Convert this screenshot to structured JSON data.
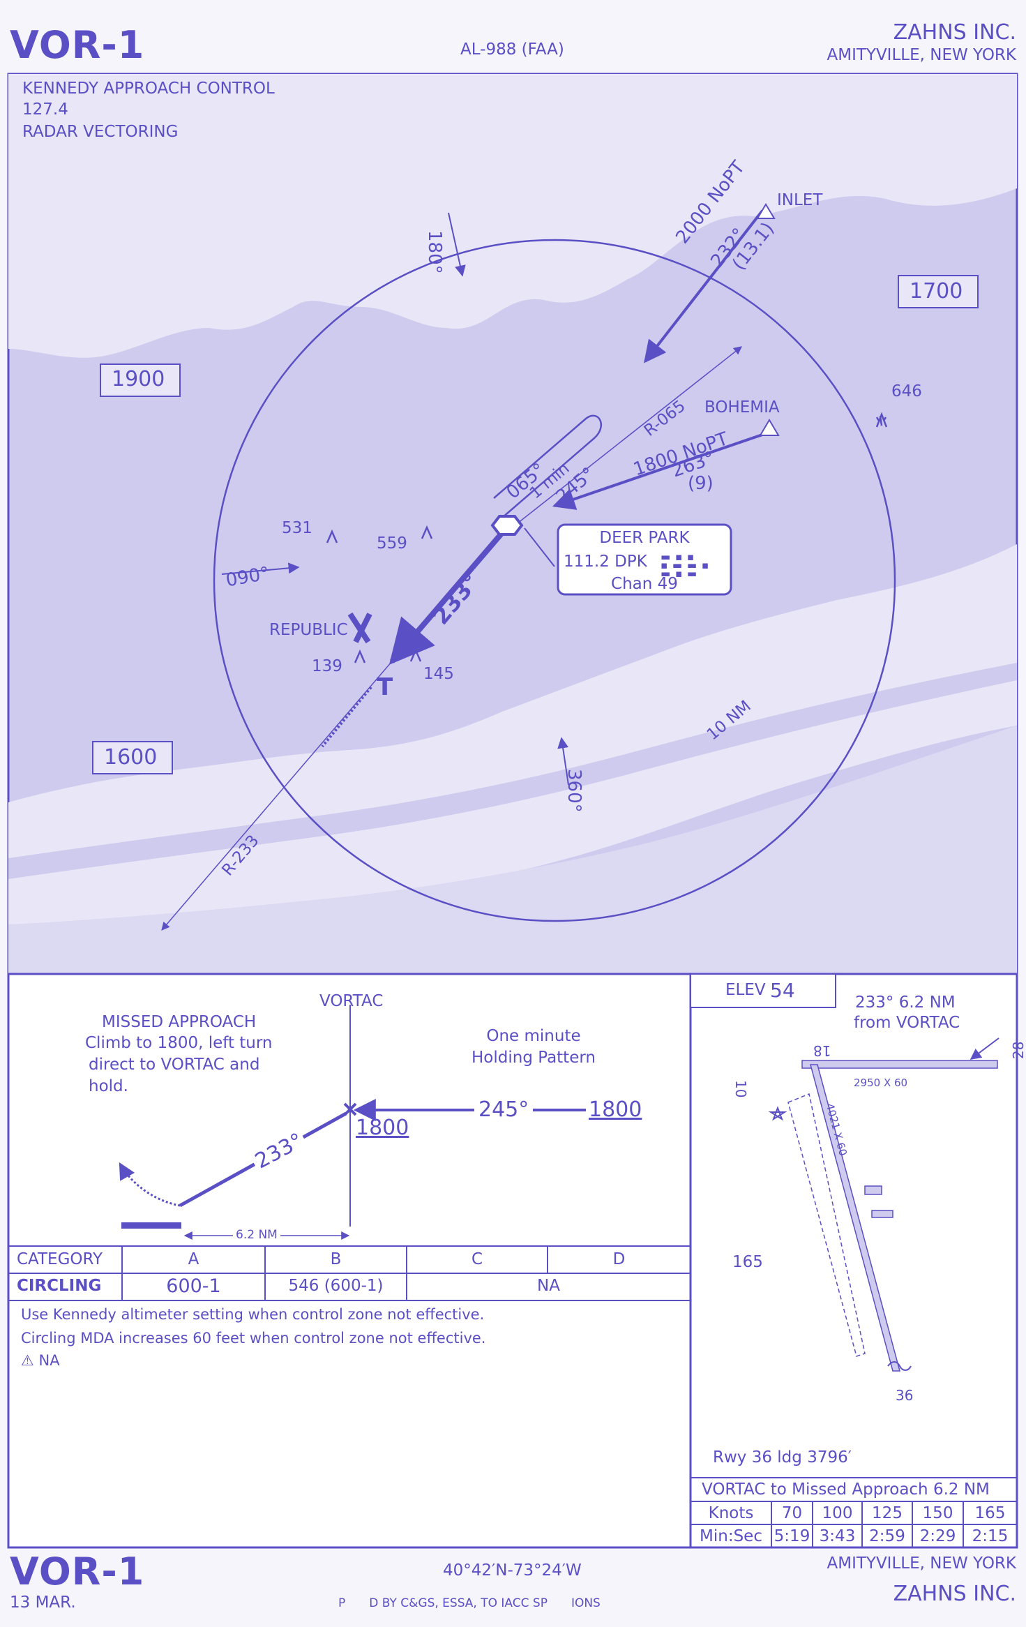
{
  "header": {
    "chart_id": "VOR-1",
    "faa_id": "AL-988 (FAA)",
    "publisher": "ZAHNS INC.",
    "location": "AMITYVILLE, NEW YORK"
  },
  "comm": {
    "approach_control": "KENNEDY APPROACH CONTROL",
    "frequency": "127.4",
    "service": "RADAR  VECTORING"
  },
  "plan": {
    "msa_1900": "1900",
    "msa_1700": "1700",
    "msa_1600": "1600",
    "inlet": "INLET",
    "bohemia": "BOHEMIA",
    "republic": "REPUBLIC",
    "route_inlet_alt": "2000 NoPT",
    "route_inlet_crs": "232°",
    "route_inlet_dist": "(13.1)",
    "route_bohemia_alt": "1800  NoPT",
    "route_bohemia_crs": "263°",
    "route_bohemia_dist": "(9)",
    "radial_065": "R-065",
    "radial_233": "R-233",
    "hold_out": "065°",
    "hold_time": "1 min",
    "hold_in": "245°",
    "final_crs": "233°",
    "crs_180": "180°",
    "crs_090": "090°",
    "crs_360": "360°",
    "ring_dist": "10 NM",
    "obst_646": "646",
    "obst_531": "531",
    "obst_559": "559",
    "obst_139": "139",
    "obst_145": "145",
    "navaid_name": "DEER PARK",
    "navaid_freq": "111.2 DPK",
    "navaid_chan": "Chan 49"
  },
  "profile": {
    "vortac": "VORTAC",
    "missed_1": "MISSED  APPROACH",
    "missed_2": "Climb to 1800, left turn",
    "missed_3": "direct to VORTAC and",
    "missed_4": "hold.",
    "holding_1": "One minute",
    "holding_2": "Holding Pattern",
    "inbound_crs": "245°",
    "alt_1800_a": "1800",
    "alt_1800_b": "1800",
    "final_crs": "233°",
    "dist": "6.2 NM"
  },
  "minimums": {
    "category_label": "CATEGORY",
    "cat_a": "A",
    "cat_b": "B",
    "cat_c": "C",
    "cat_d": "D",
    "circling_label": "CIRCLING",
    "circ_a": "600-1",
    "circ_b": "546 (600-1)",
    "circ_cd": "NA",
    "note_1": "Use Kennedy altimeter setting when control zone not effective.",
    "note_2": "Circling MDA increases 60 feet when control zone not effective.",
    "note_3": "NA"
  },
  "airport": {
    "elev_label": "ELEV",
    "elev": "54",
    "ref_1": "233° 6.2 NM",
    "ref_2": "from VORTAC",
    "rwy_10": "10",
    "rwy_18": "18",
    "rwy_28": "28",
    "rwy_36": "36",
    "dim_1": "2950 X 60",
    "dim_2": "4021 X 60",
    "obst_165": "165",
    "ldg": "Rwy 36 ldg  3796′"
  },
  "timing": {
    "title": "VORTAC to Missed Approach 6.2  NM",
    "knots_label": "Knots",
    "minsec_label": "Min:Sec",
    "knots": [
      "70",
      "100",
      "125",
      "150",
      "165"
    ],
    "times": [
      "5:19",
      "3:43",
      "2:59",
      "2:29",
      "2:15"
    ]
  },
  "footer": {
    "chart_id": "VOR-1",
    "date": "13 MAR.",
    "coords": "40°42′N-73°24′W",
    "location": "AMITYVILLE, NEW YORK",
    "publisher": "ZAHNS INC.",
    "credit": "P  D  BY  C&GS, ESSA, TO  IACC  SP  IONS"
  },
  "colors": {
    "ink": "#5a4fc4",
    "land": "#cfcbee",
    "water": "#efeef9"
  }
}
